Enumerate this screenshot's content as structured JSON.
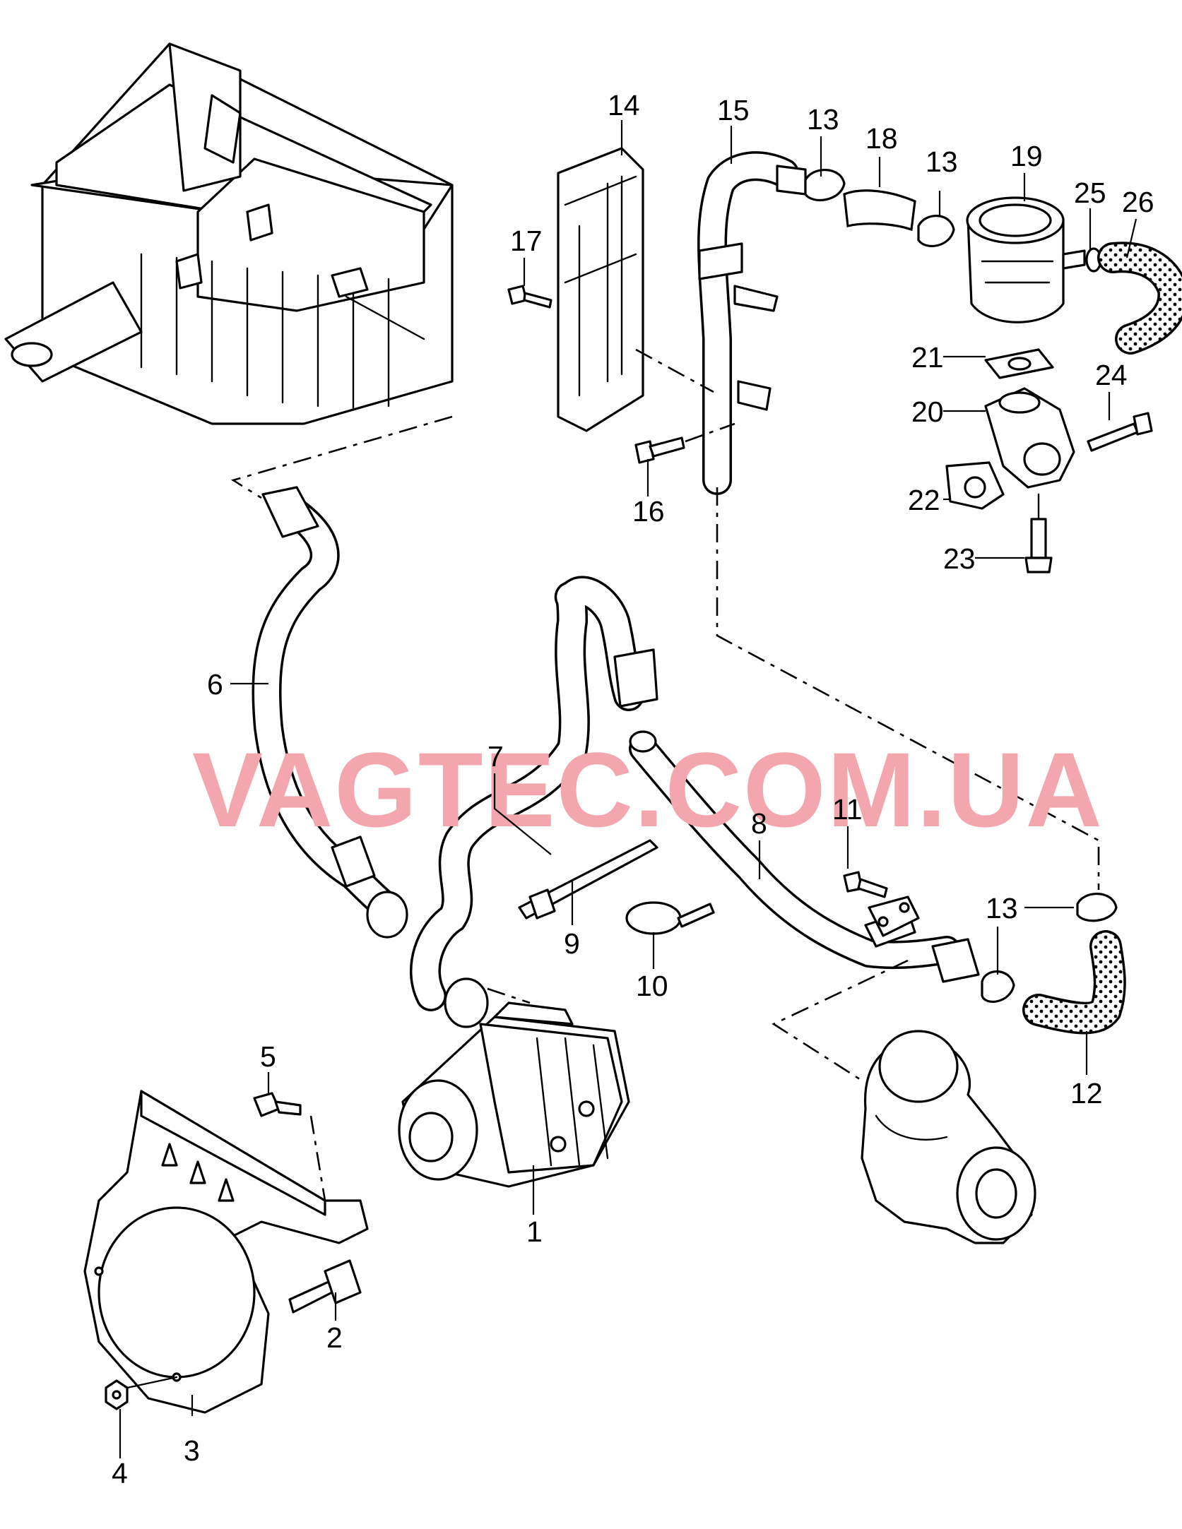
{
  "watermark": {
    "text": "VAGTEC.COM.UA",
    "color": "#f3a6ad"
  },
  "callouts": {
    "c1": "1",
    "c2": "2",
    "c3": "3",
    "c4": "4",
    "c5": "5",
    "c6": "6",
    "c7": "7",
    "c8": "8",
    "c9": "9",
    "c10": "10",
    "c11": "11",
    "c12": "12",
    "c13a": "13",
    "c13b": "13",
    "c13c": "13",
    "c13d": "13",
    "c14": "14",
    "c15": "15",
    "c16": "16",
    "c17": "17",
    "c18": "18",
    "c19": "19",
    "c20": "20",
    "c21": "21",
    "c22": "22",
    "c23": "23",
    "c24": "24",
    "c25": "25",
    "c26": "26"
  }
}
